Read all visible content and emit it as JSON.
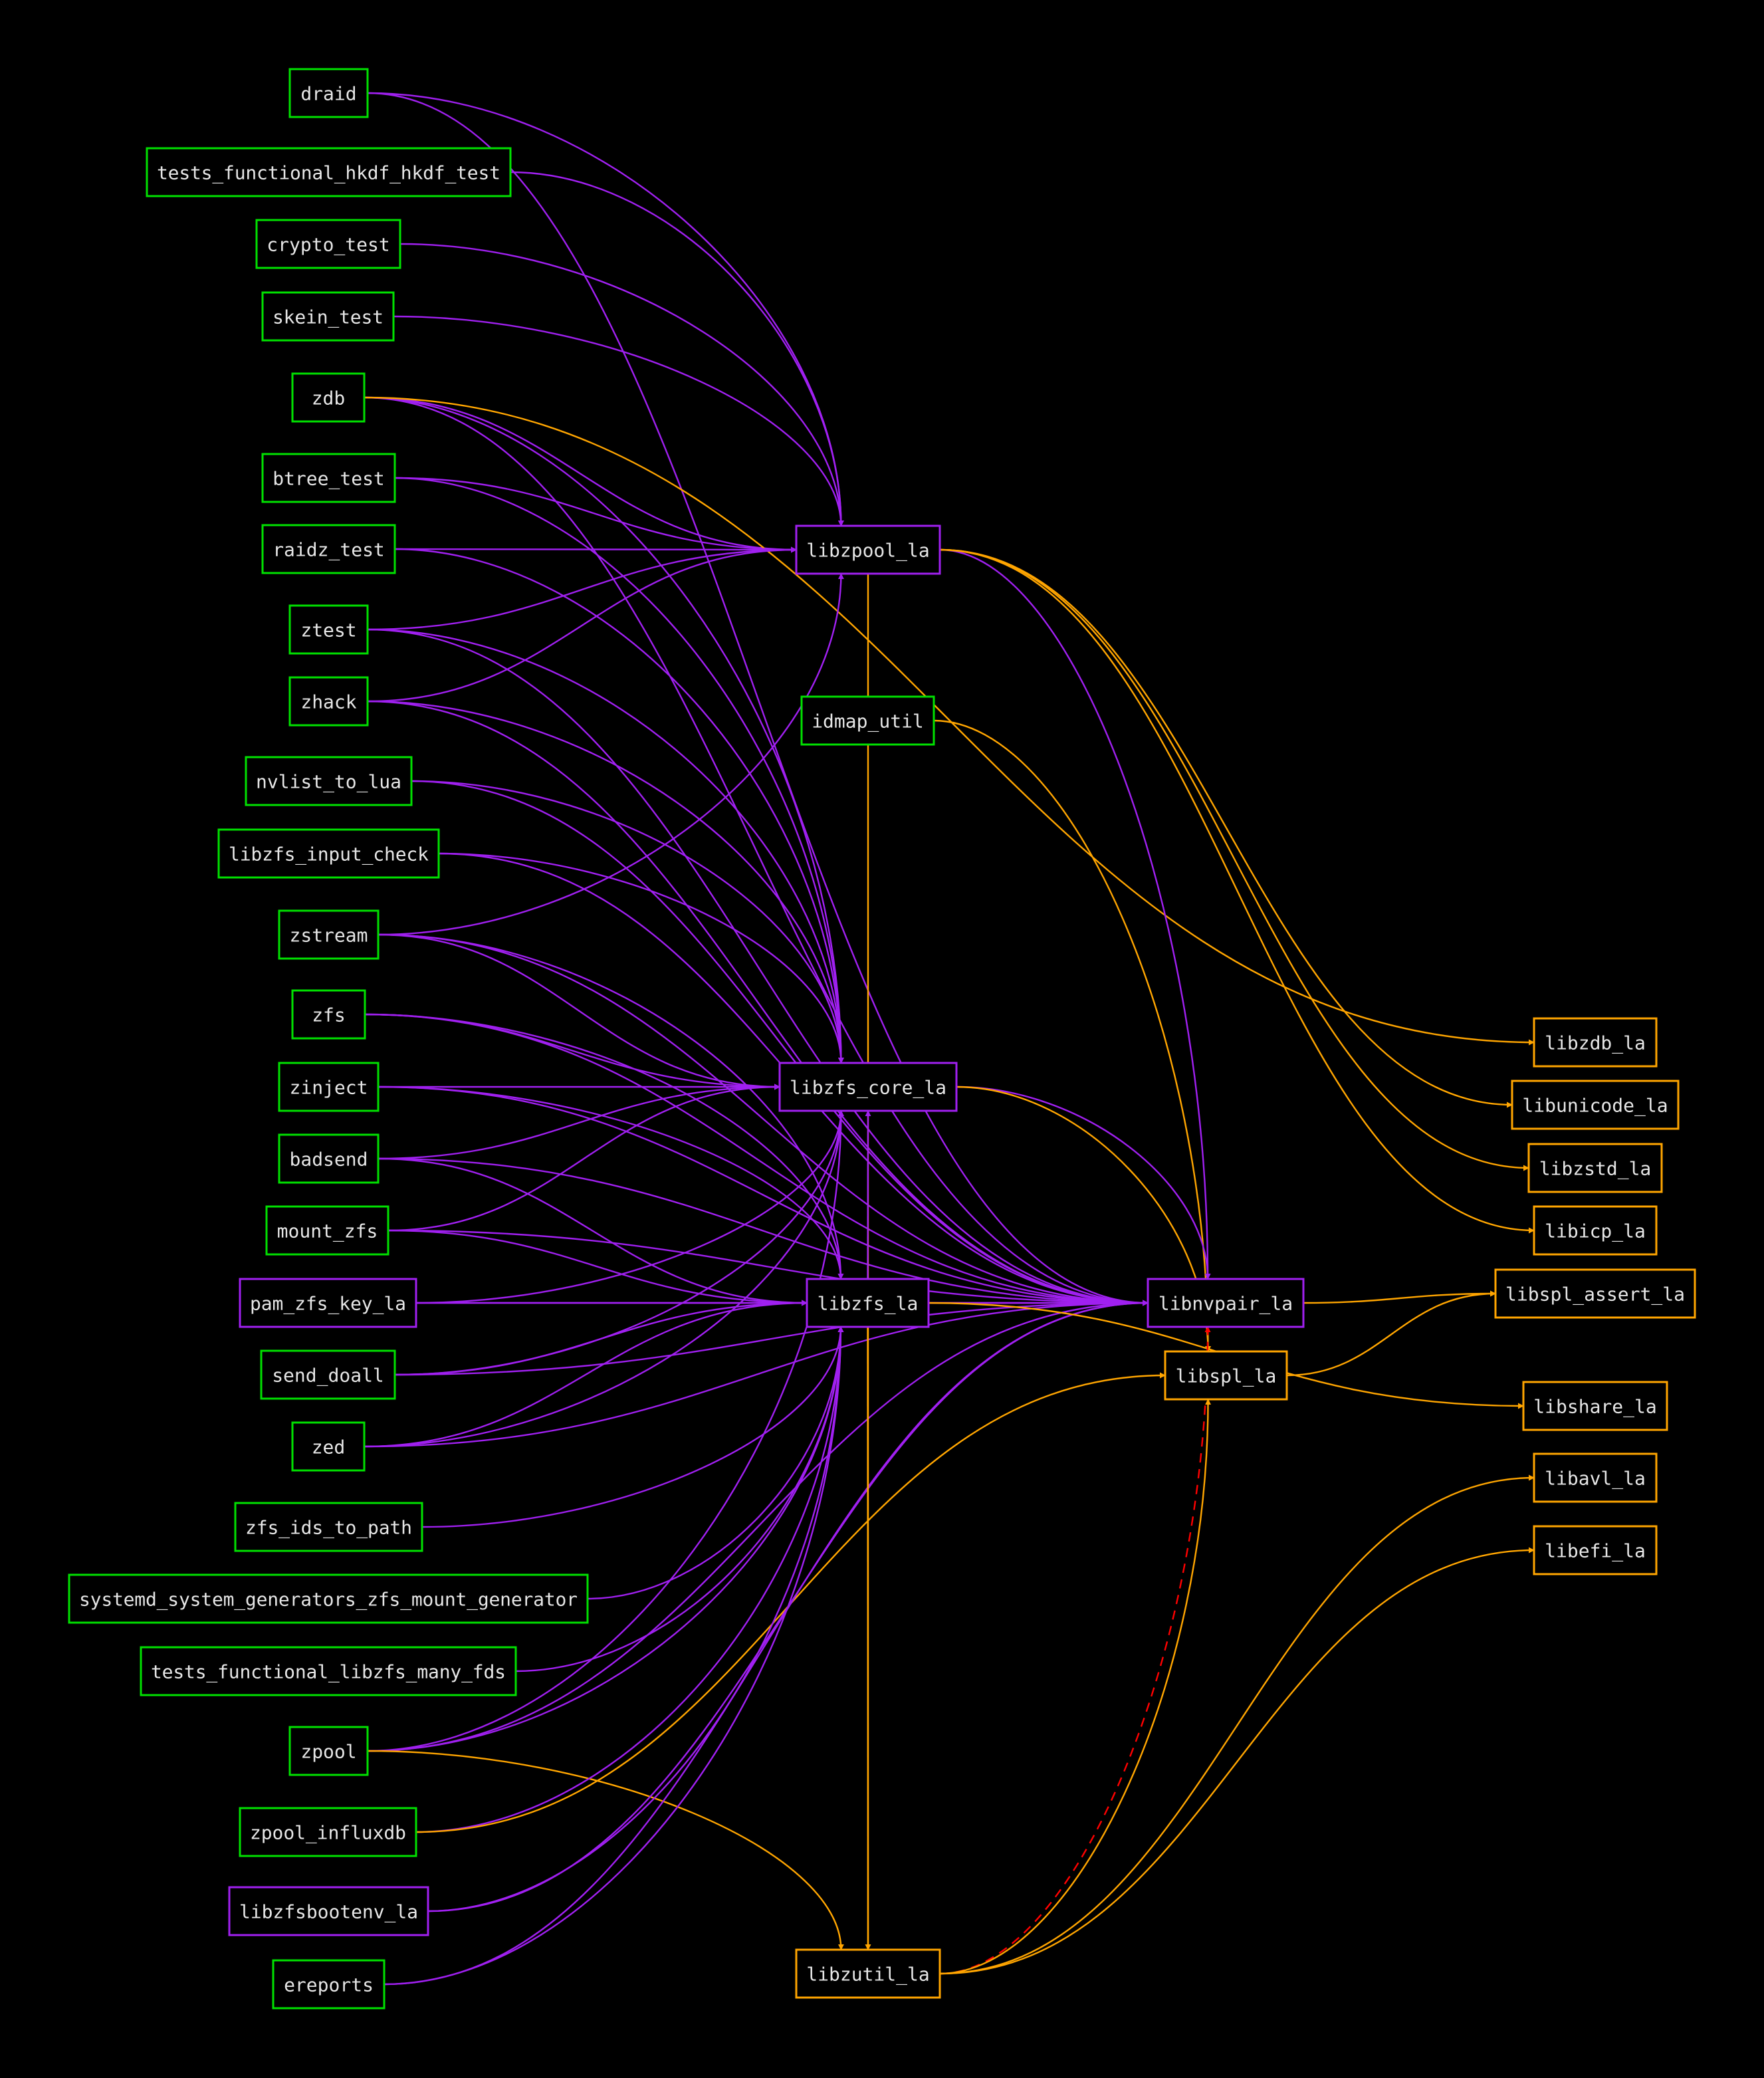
{
  "graph": {
    "colors": {
      "executable": "#00e000",
      "internal_library": "#a020f0",
      "external_library": "#ffa500",
      "edge_internal": "#a020f0",
      "edge_external": "#ffa500",
      "edge_special": "#ff0000",
      "background": "#000000",
      "label": "#e6e6e6"
    },
    "nodes": [
      {
        "id": "draid",
        "label": "draid",
        "kind": "executable"
      },
      {
        "id": "tests_functional_hkdf_hkdf_test",
        "label": "tests_functional_hkdf_hkdf_test",
        "kind": "executable"
      },
      {
        "id": "crypto_test",
        "label": "crypto_test",
        "kind": "executable"
      },
      {
        "id": "skein_test",
        "label": "skein_test",
        "kind": "executable"
      },
      {
        "id": "zdb",
        "label": "zdb",
        "kind": "executable"
      },
      {
        "id": "btree_test",
        "label": "btree_test",
        "kind": "executable"
      },
      {
        "id": "raidz_test",
        "label": "raidz_test",
        "kind": "executable"
      },
      {
        "id": "ztest",
        "label": "ztest",
        "kind": "executable"
      },
      {
        "id": "zhack",
        "label": "zhack",
        "kind": "executable"
      },
      {
        "id": "nvlist_to_lua",
        "label": "nvlist_to_lua",
        "kind": "executable"
      },
      {
        "id": "libzfs_input_check",
        "label": "libzfs_input_check",
        "kind": "executable"
      },
      {
        "id": "zstream",
        "label": "zstream",
        "kind": "executable"
      },
      {
        "id": "zfs",
        "label": "zfs",
        "kind": "executable"
      },
      {
        "id": "zinject",
        "label": "zinject",
        "kind": "executable"
      },
      {
        "id": "badsend",
        "label": "badsend",
        "kind": "executable"
      },
      {
        "id": "mount_zfs",
        "label": "mount_zfs",
        "kind": "executable"
      },
      {
        "id": "pam_zfs_key_la",
        "label": "pam_zfs_key_la",
        "kind": "internal_library"
      },
      {
        "id": "send_doall",
        "label": "send_doall",
        "kind": "executable"
      },
      {
        "id": "zed",
        "label": "zed",
        "kind": "executable"
      },
      {
        "id": "zfs_ids_to_path",
        "label": "zfs_ids_to_path",
        "kind": "executable"
      },
      {
        "id": "systemd_system_generators_zfs_mount_generator",
        "label": "systemd_system_generators_zfs_mount_generator",
        "kind": "executable"
      },
      {
        "id": "tests_functional_libzfs_many_fds",
        "label": "tests_functional_libzfs_many_fds",
        "kind": "executable"
      },
      {
        "id": "zpool",
        "label": "zpool",
        "kind": "executable"
      },
      {
        "id": "zpool_influxdb",
        "label": "zpool_influxdb",
        "kind": "executable"
      },
      {
        "id": "libzfsbootenv_la",
        "label": "libzfsbootenv_la",
        "kind": "internal_library"
      },
      {
        "id": "ereports",
        "label": "ereports",
        "kind": "executable"
      },
      {
        "id": "libzpool_la",
        "label": "libzpool_la",
        "kind": "internal_library"
      },
      {
        "id": "idmap_util",
        "label": "idmap_util",
        "kind": "executable"
      },
      {
        "id": "libzfs_core_la",
        "label": "libzfs_core_la",
        "kind": "internal_library"
      },
      {
        "id": "libzfs_la",
        "label": "libzfs_la",
        "kind": "internal_library"
      },
      {
        "id": "libnvpair_la",
        "label": "libnvpair_la",
        "kind": "internal_library"
      },
      {
        "id": "libspl_la",
        "label": "libspl_la",
        "kind": "external_library"
      },
      {
        "id": "libzutil_la",
        "label": "libzutil_la",
        "kind": "external_library"
      },
      {
        "id": "libzdb_la",
        "label": "libzdb_la",
        "kind": "external_library"
      },
      {
        "id": "libunicode_la",
        "label": "libunicode_la",
        "kind": "external_library"
      },
      {
        "id": "libzstd_la",
        "label": "libzstd_la",
        "kind": "external_library"
      },
      {
        "id": "libicp_la",
        "label": "libicp_la",
        "kind": "external_library"
      },
      {
        "id": "libspl_assert_la",
        "label": "libspl_assert_la",
        "kind": "external_library"
      },
      {
        "id": "libshare_la",
        "label": "libshare_la",
        "kind": "external_library"
      },
      {
        "id": "libavl_la",
        "label": "libavl_la",
        "kind": "external_library"
      },
      {
        "id": "libefi_la",
        "label": "libefi_la",
        "kind": "external_library"
      }
    ],
    "edges": [
      {
        "from": "draid",
        "to": "libzpool_la",
        "style": "internal"
      },
      {
        "from": "draid",
        "to": "libnvpair_la",
        "style": "internal"
      },
      {
        "from": "tests_functional_hkdf_hkdf_test",
        "to": "libzpool_la",
        "style": "internal"
      },
      {
        "from": "crypto_test",
        "to": "libzpool_la",
        "style": "internal"
      },
      {
        "from": "skein_test",
        "to": "libzpool_la",
        "style": "internal"
      },
      {
        "from": "zdb",
        "to": "libzpool_la",
        "style": "internal"
      },
      {
        "from": "zdb",
        "to": "libzfs_core_la",
        "style": "internal"
      },
      {
        "from": "zdb",
        "to": "libnvpair_la",
        "style": "internal"
      },
      {
        "from": "zdb",
        "to": "libzdb_la",
        "style": "external"
      },
      {
        "from": "btree_test",
        "to": "libzpool_la",
        "style": "internal"
      },
      {
        "from": "btree_test",
        "to": "libzfs_core_la",
        "style": "internal"
      },
      {
        "from": "raidz_test",
        "to": "libzpool_la",
        "style": "internal"
      },
      {
        "from": "raidz_test",
        "to": "libzfs_core_la",
        "style": "internal"
      },
      {
        "from": "ztest",
        "to": "libzpool_la",
        "style": "internal"
      },
      {
        "from": "ztest",
        "to": "libzfs_core_la",
        "style": "internal"
      },
      {
        "from": "ztest",
        "to": "libnvpair_la",
        "style": "internal"
      },
      {
        "from": "zhack",
        "to": "libzpool_la",
        "style": "internal"
      },
      {
        "from": "zhack",
        "to": "libzfs_core_la",
        "style": "internal"
      },
      {
        "from": "zhack",
        "to": "libnvpair_la",
        "style": "internal"
      },
      {
        "from": "nvlist_to_lua",
        "to": "libnvpair_la",
        "style": "internal"
      },
      {
        "from": "nvlist_to_lua",
        "to": "libzfs_core_la",
        "style": "internal"
      },
      {
        "from": "libzfs_input_check",
        "to": "libnvpair_la",
        "style": "internal"
      },
      {
        "from": "libzfs_input_check",
        "to": "libzfs_core_la",
        "style": "internal"
      },
      {
        "from": "zstream",
        "to": "libzpool_la",
        "style": "internal"
      },
      {
        "from": "zstream",
        "to": "libzfs_core_la",
        "style": "internal"
      },
      {
        "from": "zstream",
        "to": "libzfs_la",
        "style": "internal"
      },
      {
        "from": "zstream",
        "to": "libnvpair_la",
        "style": "internal"
      },
      {
        "from": "zfs",
        "to": "libzfs_core_la",
        "style": "internal"
      },
      {
        "from": "zfs",
        "to": "libzfs_la",
        "style": "internal"
      },
      {
        "from": "zfs",
        "to": "libnvpair_la",
        "style": "internal"
      },
      {
        "from": "zinject",
        "to": "libzfs_core_la",
        "style": "internal"
      },
      {
        "from": "zinject",
        "to": "libzfs_la",
        "style": "internal"
      },
      {
        "from": "zinject",
        "to": "libnvpair_la",
        "style": "internal"
      },
      {
        "from": "badsend",
        "to": "libzfs_core_la",
        "style": "internal"
      },
      {
        "from": "badsend",
        "to": "libzfs_la",
        "style": "internal"
      },
      {
        "from": "badsend",
        "to": "libnvpair_la",
        "style": "internal"
      },
      {
        "from": "mount_zfs",
        "to": "libzfs_core_la",
        "style": "internal"
      },
      {
        "from": "mount_zfs",
        "to": "libzfs_la",
        "style": "internal"
      },
      {
        "from": "mount_zfs",
        "to": "libnvpair_la",
        "style": "internal"
      },
      {
        "from": "pam_zfs_key_la",
        "to": "libzfs_core_la",
        "style": "internal"
      },
      {
        "from": "pam_zfs_key_la",
        "to": "libzfs_la",
        "style": "internal"
      },
      {
        "from": "pam_zfs_key_la",
        "to": "libnvpair_la",
        "style": "internal"
      },
      {
        "from": "send_doall",
        "to": "libzfs_core_la",
        "style": "internal"
      },
      {
        "from": "send_doall",
        "to": "libzfs_la",
        "style": "internal"
      },
      {
        "from": "send_doall",
        "to": "libnvpair_la",
        "style": "internal"
      },
      {
        "from": "zed",
        "to": "libzfs_core_la",
        "style": "internal"
      },
      {
        "from": "zed",
        "to": "libzfs_la",
        "style": "internal"
      },
      {
        "from": "zed",
        "to": "libnvpair_la",
        "style": "internal"
      },
      {
        "from": "zfs_ids_to_path",
        "to": "libzfs_la",
        "style": "internal"
      },
      {
        "from": "systemd_system_generators_zfs_mount_generator",
        "to": "libzfs_la",
        "style": "internal"
      },
      {
        "from": "tests_functional_libzfs_many_fds",
        "to": "libzfs_la",
        "style": "internal"
      },
      {
        "from": "zpool",
        "to": "libzfs_la",
        "style": "internal"
      },
      {
        "from": "zpool",
        "to": "libzfs_core_la",
        "style": "internal"
      },
      {
        "from": "zpool",
        "to": "libnvpair_la",
        "style": "internal"
      },
      {
        "from": "zpool",
        "to": "libzutil_la",
        "style": "external"
      },
      {
        "from": "zpool_influxdb",
        "to": "libzfs_la",
        "style": "internal"
      },
      {
        "from": "zpool_influxdb",
        "to": "libspl_la",
        "style": "external"
      },
      {
        "from": "libzfsbootenv_la",
        "to": "libzfs_la",
        "style": "internal"
      },
      {
        "from": "libzfsbootenv_la",
        "to": "libnvpair_la",
        "style": "internal"
      },
      {
        "from": "ereports",
        "to": "libzfs_la",
        "style": "internal"
      },
      {
        "from": "ereports",
        "to": "libnvpair_la",
        "style": "internal"
      },
      {
        "from": "libzpool_la",
        "to": "libnvpair_la",
        "style": "internal"
      },
      {
        "from": "libzpool_la",
        "to": "libunicode_la",
        "style": "external"
      },
      {
        "from": "libzpool_la",
        "to": "libzstd_la",
        "style": "external"
      },
      {
        "from": "libzpool_la",
        "to": "libicp_la",
        "style": "external"
      },
      {
        "from": "libzpool_la",
        "to": "libzutil_la",
        "style": "external"
      },
      {
        "from": "idmap_util",
        "to": "libspl_la",
        "style": "external"
      },
      {
        "from": "libzfs_core_la",
        "to": "libnvpair_la",
        "style": "internal"
      },
      {
        "from": "libzfs_core_la",
        "to": "libspl_la",
        "style": "external"
      },
      {
        "from": "libzfs_la",
        "to": "libzfs_core_la",
        "style": "internal"
      },
      {
        "from": "libzfs_la",
        "to": "libnvpair_la",
        "style": "internal"
      },
      {
        "from": "libzfs_la",
        "to": "libzutil_la",
        "style": "external"
      },
      {
        "from": "libzfs_la",
        "to": "libshare_la",
        "style": "external"
      },
      {
        "from": "libnvpair_la",
        "to": "libspl_assert_la",
        "style": "external"
      },
      {
        "from": "libspl_la",
        "to": "libspl_assert_la",
        "style": "external"
      },
      {
        "from": "libzutil_la",
        "to": "libnvpair_la",
        "style": "special"
      },
      {
        "from": "libzutil_la",
        "to": "libspl_la",
        "style": "external"
      },
      {
        "from": "libzutil_la",
        "to": "libavl_la",
        "style": "external"
      },
      {
        "from": "libzutil_la",
        "to": "libefi_la",
        "style": "external"
      }
    ]
  }
}
